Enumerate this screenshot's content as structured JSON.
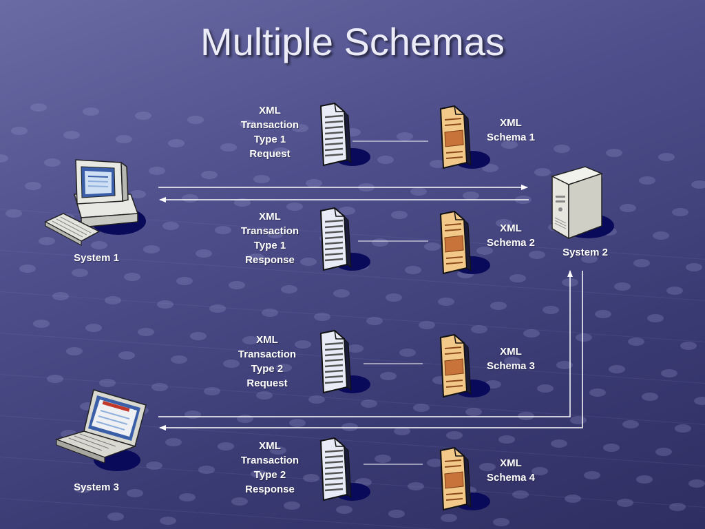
{
  "slide": {
    "title": "Multiple Schemas"
  },
  "systems": {
    "system1": {
      "label": "System 1",
      "icon": "desktop-computer-icon"
    },
    "system2": {
      "label": "System 2",
      "icon": "server-tower-icon"
    },
    "system3": {
      "label": "System 3",
      "icon": "laptop-icon"
    }
  },
  "transactions": [
    {
      "lines": [
        "XML",
        "Transaction",
        "Type 1",
        "Request"
      ],
      "icon": "xml-document-icon"
    },
    {
      "lines": [
        "XML",
        "Transaction",
        "Type 1",
        "Response"
      ],
      "icon": "xml-document-icon"
    },
    {
      "lines": [
        "XML",
        "Transaction",
        "Type 2",
        "Request"
      ],
      "icon": "xml-document-icon"
    },
    {
      "lines": [
        "XML",
        "Transaction",
        "Type 2",
        "Response"
      ],
      "icon": "xml-document-icon"
    }
  ],
  "schemas": [
    {
      "lines": [
        "XML",
        "Schema 1"
      ],
      "icon": "schema-document-icon"
    },
    {
      "lines": [
        "XML",
        "Schema 2"
      ],
      "icon": "schema-document-icon"
    },
    {
      "lines": [
        "XML",
        "Schema 3"
      ],
      "icon": "schema-document-icon"
    },
    {
      "lines": [
        "XML",
        "Schema 4"
      ],
      "icon": "schema-document-icon"
    }
  ],
  "colors": {
    "background": "#4f4f8c",
    "text": "#ffffff",
    "arrow": "#ffffff",
    "schema_fill": "#f3c98a",
    "schema_band": "#c8733a",
    "document_fill": "#e9ecf6",
    "shadow": "#0a0a5a"
  }
}
